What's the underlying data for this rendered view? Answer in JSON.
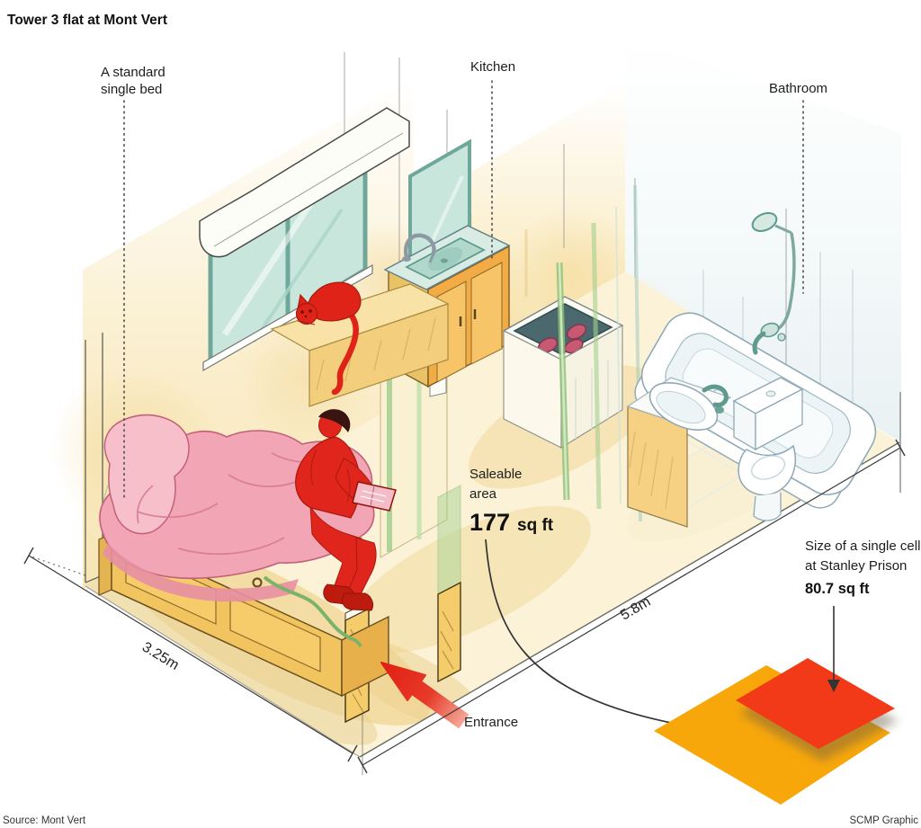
{
  "title": "Tower 3 flat at Mont Vert",
  "labels": {
    "bed": {
      "line1": "A standard",
      "line2": "single bed"
    },
    "kitchen": "Kitchen",
    "bathroom": "Bathroom",
    "entrance": "Entrance",
    "saleable": {
      "line1": "Saleable",
      "line2": "area",
      "number": "177",
      "unit": "sq ft"
    },
    "prison": {
      "line1": "Size of a single cell",
      "line2": "at Stanley Prison",
      "value": "80.7 sq ft"
    }
  },
  "dimensions": {
    "width": "3.25m",
    "depth": "5.8m"
  },
  "comparison": {
    "flat": {
      "name": "Tower 3 flat saleable area",
      "area_sqft": 177,
      "color": "#F7A70A"
    },
    "cell": {
      "name": "Single cell at Stanley Prison",
      "area_sqft": 80.7,
      "color": "#F23A18"
    }
  },
  "footer": {
    "source": "Source: Mont Vert",
    "credit": "SCMP Graphic"
  },
  "colors": {
    "figure_red": "#DF2318",
    "duvet_pink": "#F2A5B4",
    "wood_yellow": "#F2C45F",
    "glass_teal": "#C9E6DD",
    "partition_green": "#7CB36B",
    "text": "#1A1A1A"
  }
}
